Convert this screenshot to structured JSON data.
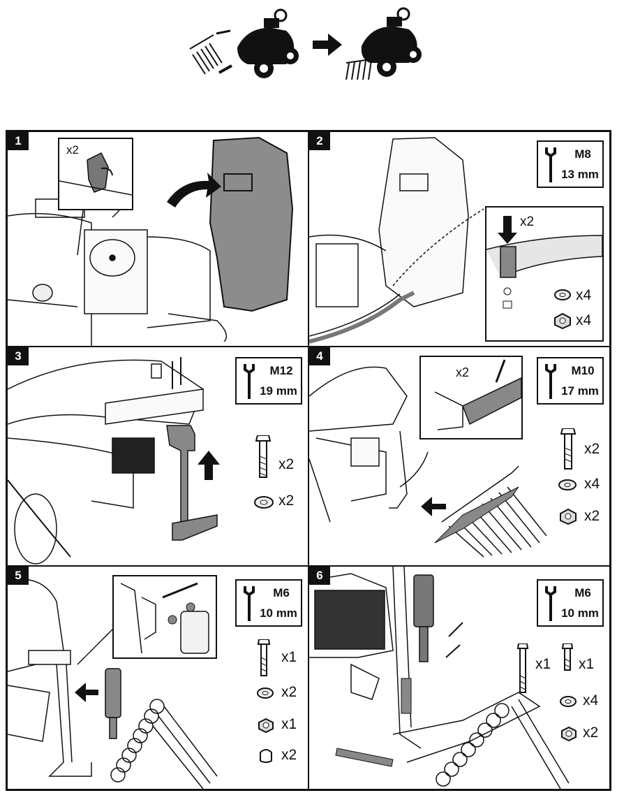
{
  "panels": [
    {
      "step": "1",
      "inset_qty": "x2"
    },
    {
      "step": "2",
      "tool": {
        "size": "M8",
        "wrench": "13 mm"
      },
      "inset_qty": "x2",
      "parts": [
        {
          "icon": "washer-icon",
          "qty": "x4"
        },
        {
          "icon": "nut-icon",
          "qty": "x4"
        }
      ]
    },
    {
      "step": "3",
      "tool": {
        "size": "M12",
        "wrench": "19 mm"
      },
      "parts": [
        {
          "icon": "bolt-icon",
          "qty": "x2"
        },
        {
          "icon": "washer-icon",
          "qty": "x2"
        }
      ]
    },
    {
      "step": "4",
      "tool": {
        "size": "M10",
        "wrench": "17 mm"
      },
      "inset_qty": "x2",
      "parts": [
        {
          "icon": "bolt-icon",
          "qty": "x2"
        },
        {
          "icon": "washer-icon",
          "qty": "x4"
        },
        {
          "icon": "nut-icon",
          "qty": "x2"
        }
      ]
    },
    {
      "step": "5",
      "tool": {
        "size": "M6",
        "wrench": "10 mm"
      },
      "parts": [
        {
          "icon": "bolt-icon",
          "qty": "x1"
        },
        {
          "icon": "washer-icon",
          "qty": "x2"
        },
        {
          "icon": "nut-icon",
          "qty": "x1"
        },
        {
          "icon": "spacer-icon",
          "qty": "x2"
        }
      ]
    },
    {
      "step": "6",
      "tool": {
        "size": "M6",
        "wrench": "10 mm"
      },
      "parts": [
        {
          "icon": "long-bolt-icon",
          "qty": "x1"
        },
        {
          "icon": "bolt-icon",
          "qty": "x1"
        },
        {
          "icon": "washer-icon",
          "qty": "x4"
        },
        {
          "icon": "nut-icon",
          "qty": "x2"
        }
      ]
    }
  ]
}
